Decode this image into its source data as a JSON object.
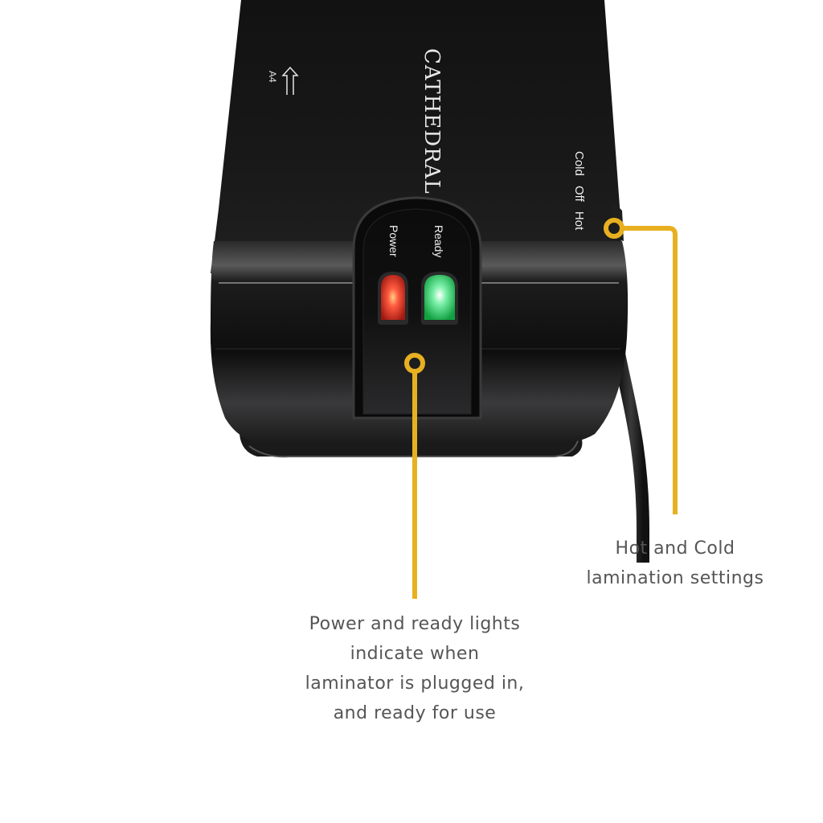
{
  "device": {
    "brand": "CATHEDRAL",
    "paper_size_marker": "A4",
    "paper_direction_icon": "arrow-up-icon",
    "indicator_labels": {
      "power": "Power",
      "ready": "Ready"
    },
    "indicator_colors": {
      "power": "#ff3b2f",
      "ready": "#2fe070"
    },
    "mode_switch_labels": "Cold Off Hot",
    "body_color": "#141414"
  },
  "callouts": [
    {
      "id": "mode-switch",
      "lines": [
        "Hot and Cold",
        "lamination settings"
      ]
    },
    {
      "id": "indicator-lights",
      "lines": [
        "Power and ready lights",
        "indicate when",
        "laminator is plugged in,",
        "and ready for use"
      ]
    }
  ],
  "colors": {
    "accent": "#e8b020",
    "caption_text": "#555555",
    "background": "#ffffff"
  }
}
